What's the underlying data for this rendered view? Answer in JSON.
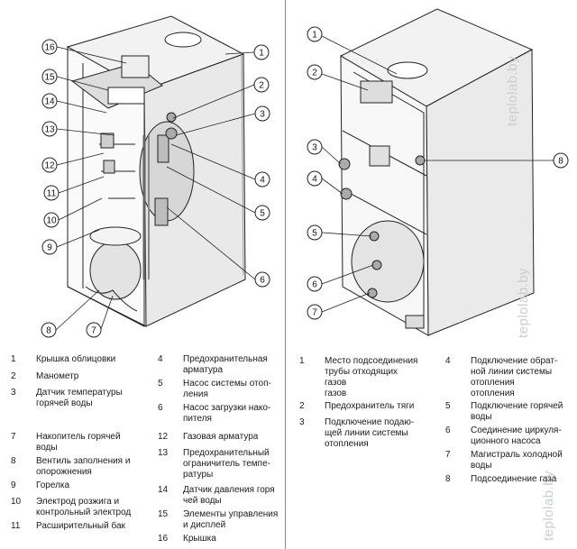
{
  "watermark": "teplolab.by",
  "left_figure": {
    "callouts": [
      "1",
      "2",
      "3",
      "4",
      "5",
      "6",
      "7",
      "8",
      "9",
      "10",
      "11",
      "12",
      "13",
      "14",
      "15",
      "16"
    ]
  },
  "right_figure": {
    "callouts": [
      "1",
      "2",
      "3",
      "4",
      "5",
      "6",
      "7",
      "8"
    ]
  },
  "legend_left": [
    {
      "num": "1",
      "text": "Крышка облицовки"
    },
    {
      "num": "2",
      "text": "Манометр"
    },
    {
      "num": "3",
      "text": "Датчик температуры\nгорячей воды"
    },
    {
      "num": "7",
      "text": "Накопитель горячей\nводы"
    },
    {
      "num": "8",
      "text": "Вентиль заполнения и\nопорожнения"
    },
    {
      "num": "9",
      "text": "Горелка"
    },
    {
      "num": "10",
      "text": "Электрод розжига и\nконтрольный электрод"
    },
    {
      "num": "11",
      "text": "Расширительный бак"
    }
  ],
  "legend_mid": [
    {
      "num": "4",
      "text": "Предохранительная\nарматура"
    },
    {
      "num": "5",
      "text": "Насос системы отоп-\nления"
    },
    {
      "num": "6",
      "text": "Насос загрузки нако-\nпителя"
    },
    {
      "num": "12",
      "text": "Газовая арматура"
    },
    {
      "num": "13",
      "text": "Предохранительный\nограничитель темпе-\nратуры"
    },
    {
      "num": "14",
      "text": "Датчик давления горя\nчей воды"
    },
    {
      "num": "15",
      "text": "Элементы управления\nи дисплей"
    },
    {
      "num": "16",
      "text": "Крышка"
    }
  ],
  "legend_right_a": [
    {
      "num": "1",
      "text": "Место подсоединения\nтрубы отходящих\nгазов\nгазов"
    },
    {
      "num": "2",
      "text": "Предохранитель тяги"
    },
    {
      "num": "3",
      "text": "Подключение подаю-\nщей линии системы\nотопления"
    }
  ],
  "legend_right_b": [
    {
      "num": "4",
      "text": "Подключение обрат-\nной линии системы\nотопления\nотопления"
    },
    {
      "num": "5",
      "text": "Подключение горячей\nводы"
    },
    {
      "num": "6",
      "text": "Соединение циркуля-\nционного насоса"
    },
    {
      "num": "7",
      "text": "Магистраль холодной\nводы"
    },
    {
      "num": "8",
      "text": "Подсоединение газа"
    }
  ]
}
